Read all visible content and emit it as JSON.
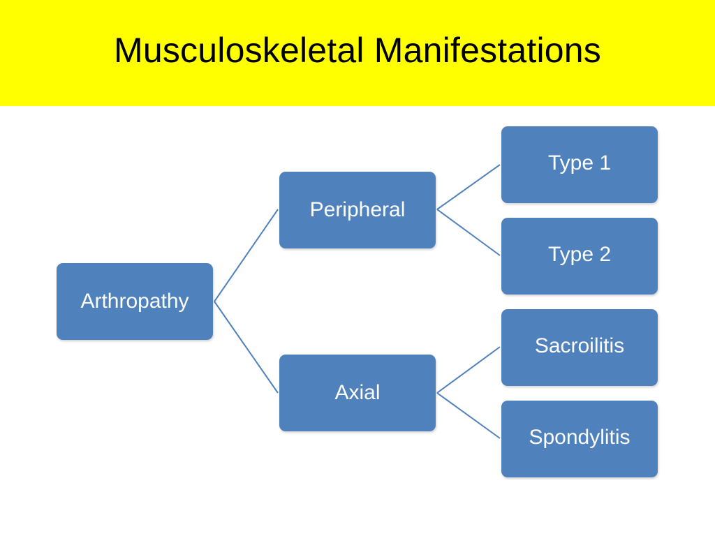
{
  "slide": {
    "title": "Musculoskeletal Manifestations",
    "title_band_color": "#ffff00",
    "node_color": "#4f81bd",
    "connector_color": "#4f81bd"
  },
  "diagram": {
    "root": {
      "label": "Arthropathy"
    },
    "branches": [
      {
        "label": "Peripheral",
        "children": [
          {
            "label": "Type 1"
          },
          {
            "label": "Type 2"
          }
        ]
      },
      {
        "label": "Axial",
        "children": [
          {
            "label": "Sacroilitis"
          },
          {
            "label": "Spondylitis"
          }
        ]
      }
    ]
  }
}
